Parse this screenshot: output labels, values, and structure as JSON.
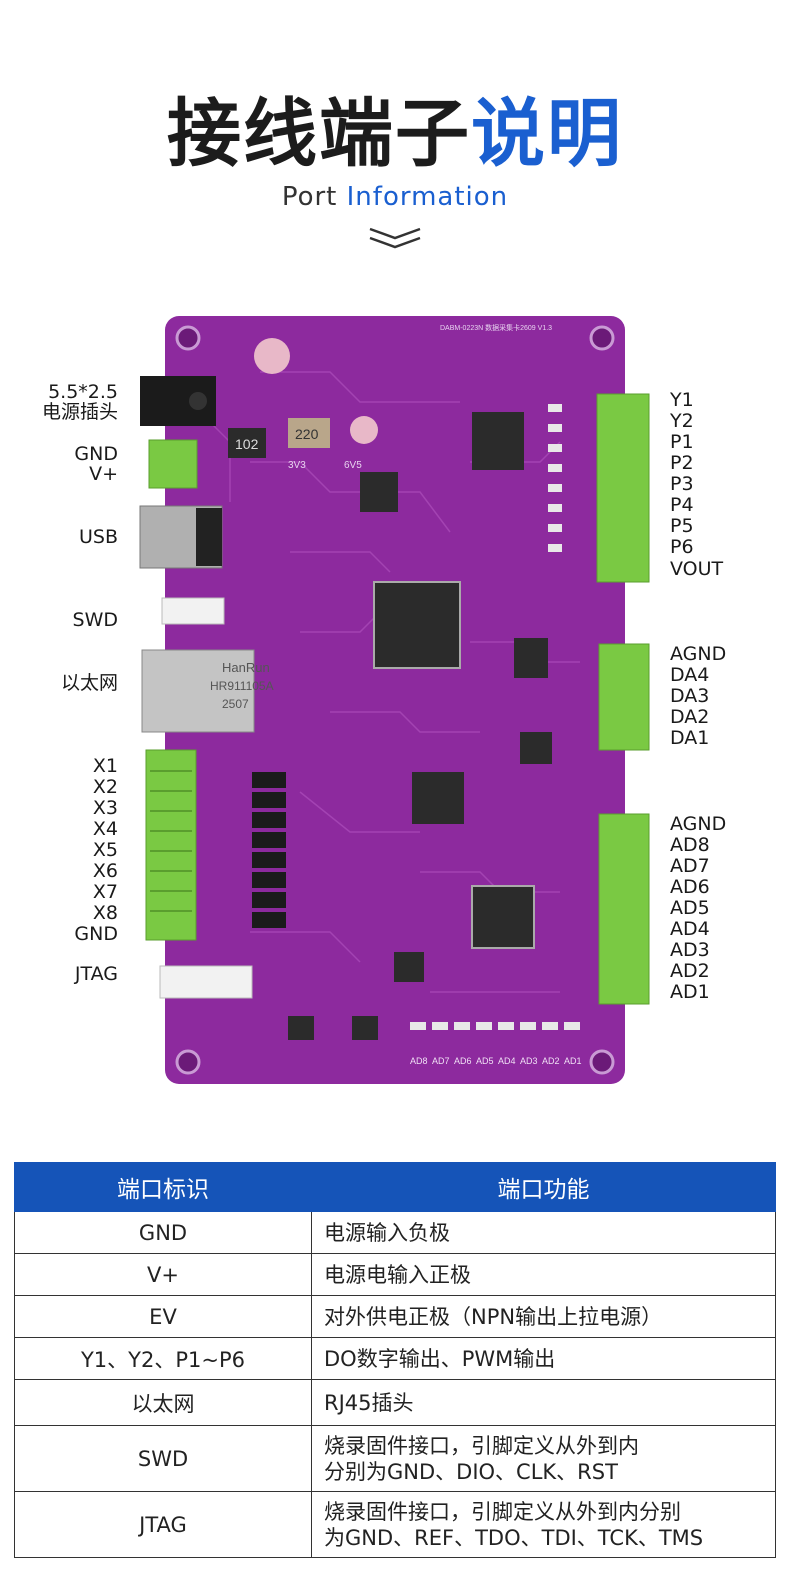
{
  "header": {
    "title_dark": "接线端子",
    "title_blue": "说明",
    "subtitle_dark": "Port",
    "subtitle_blue": "Information"
  },
  "colors": {
    "accent": "#1a5fd0",
    "board": "#8d2a9e",
    "terminal": "#7ac943",
    "table_header": "#1554b8"
  },
  "board": {
    "silkscreen_top": "DABM-0223N 数据采集卡2609 V1.3",
    "chip_labels": [
      "102",
      "220",
      "3V3",
      "6V5",
      "HanRun",
      "HR911105A",
      "2507"
    ],
    "bottom_labels": [
      "AD8",
      "AD7",
      "AD6",
      "AD5",
      "AD4",
      "AD3",
      "AD2",
      "AD1"
    ]
  },
  "left_labels": {
    "power_jack_1": "5.5*2.5",
    "power_jack_2": "电源插头",
    "gnd": "GND",
    "vplus": "V+",
    "usb": "USB",
    "swd": "SWD",
    "ethernet": "以太网",
    "x_inputs": [
      "X1",
      "X2",
      "X3",
      "X4",
      "X5",
      "X6",
      "X7",
      "X8",
      "GND"
    ],
    "jtag": "JTAG"
  },
  "right_labels": {
    "group1": [
      "Y1",
      "Y2",
      "P1",
      "P2",
      "P3",
      "P4",
      "P5",
      "P6",
      "VOUT"
    ],
    "group2": [
      "AGND",
      "DA4",
      "DA3",
      "DA2",
      "DA1"
    ],
    "group3": [
      "AGND",
      "AD8",
      "AD7",
      "AD6",
      "AD5",
      "AD4",
      "AD3",
      "AD2",
      "AD1"
    ]
  },
  "table": {
    "headers": [
      "端口标识",
      "端口功能"
    ],
    "rows": [
      {
        "port": "GND",
        "func1": "电源输入负极",
        "func2": ""
      },
      {
        "port": "V+",
        "func1": "电源电输入正极",
        "func2": ""
      },
      {
        "port": "EV",
        "func1": "对外供电正极（NPN输出上拉电源）",
        "func2": ""
      },
      {
        "port": "Y1、Y2、P1~P6",
        "func1": "DO数字输出、PWM输出",
        "func2": ""
      },
      {
        "port": "以太网",
        "func1": "RJ45插头",
        "func2": ""
      },
      {
        "port": "SWD",
        "func1": "烧录固件接口，引脚定义从外到内",
        "func2": "分别为GND、DIO、CLK、RST"
      },
      {
        "port": "JTAG",
        "func1": "烧录固件接口，引脚定义从外到内分别",
        "func2": "为GND、REF、TDO、TDI、TCK、TMS"
      }
    ]
  }
}
